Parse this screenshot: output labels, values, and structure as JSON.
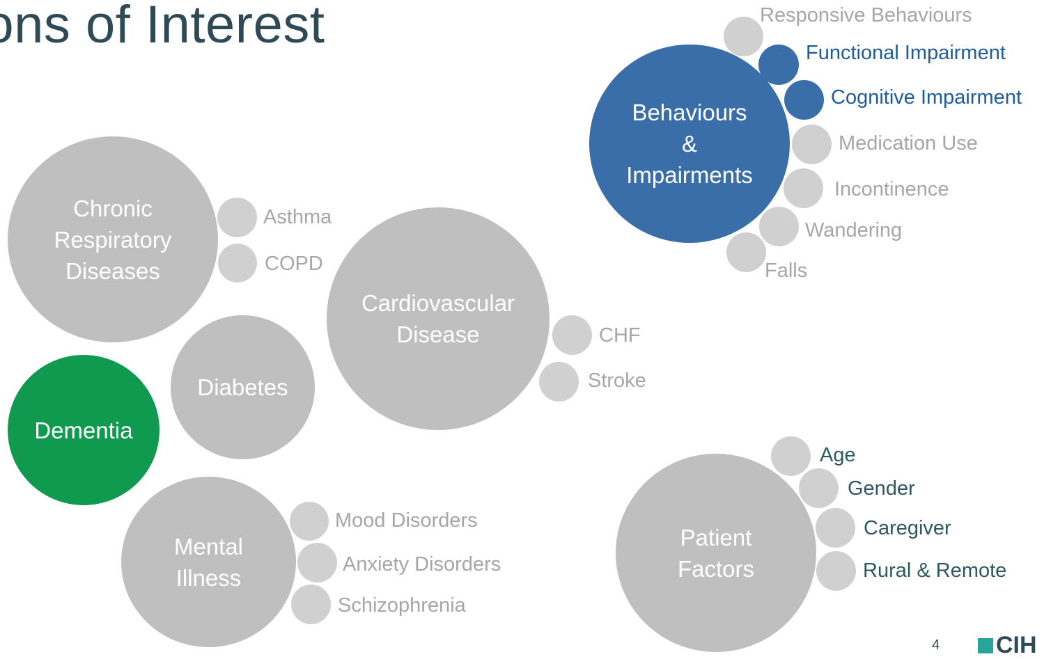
{
  "title": "ions of Interest",
  "groups": {
    "chronic": {
      "line1": "Chronic",
      "line2": "Respiratory",
      "line3": "Diseases",
      "items": [
        "Asthma",
        "COPD"
      ]
    },
    "cardio": {
      "line1": "Cardiovascular",
      "line2": "Disease",
      "items": [
        "CHF",
        "Stroke"
      ]
    },
    "diabetes": {
      "label": "Diabetes"
    },
    "dementia": {
      "label": "Dementia"
    },
    "mental": {
      "line1": "Mental",
      "line2": "Illness",
      "items": [
        "Mood Disorders",
        "Anxiety Disorders",
        "Schizophrenia"
      ]
    },
    "behaviours": {
      "line1": "Behaviours",
      "line2": "&",
      "line3": "Impairments",
      "items": [
        "Responsive Behaviours",
        "Functional Impairment",
        "Cognitive Impairment",
        "Medication Use",
        "Incontinence",
        "Wandering",
        "Falls"
      ]
    },
    "patient": {
      "line1": "Patient",
      "line2": "Factors",
      "items": [
        "Age",
        "Gender",
        "Caregiver",
        "Rural & Remote"
      ]
    }
  },
  "footer": {
    "page": "4",
    "logo_text": "CIH"
  },
  "colors": {
    "gray": "#bfbfbf",
    "blue": "#3a6ea8",
    "green": "#0f9a4f",
    "teal": "#2aa39b"
  }
}
